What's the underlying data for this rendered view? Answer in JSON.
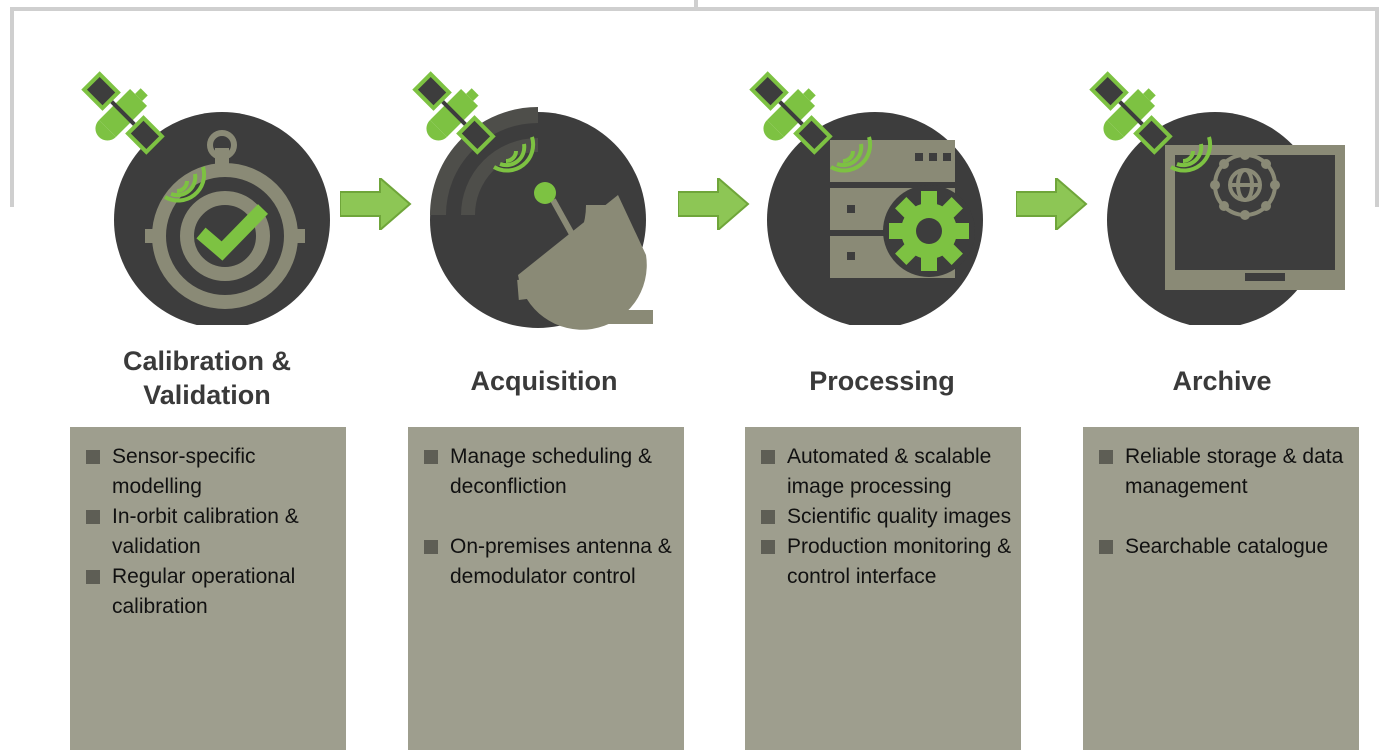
{
  "colors": {
    "accent": "#7dc242",
    "circle": "#3d3d3d",
    "icon_grey": "#8a8a76",
    "panel": "#9e9e8e"
  },
  "stages": [
    {
      "id": "calibration",
      "icon": "satellite-target-check-icon",
      "title_lines": [
        "Calibration &",
        "Validation"
      ],
      "items": [
        "Sensor-specific modelling",
        "In-orbit calibration & validation",
        "Regular operational calibration"
      ]
    },
    {
      "id": "acquisition",
      "icon": "satellite-dish-icon",
      "title_lines": [
        "Acquisition"
      ],
      "items": [
        "Manage scheduling & deconfliction",
        "On-premises antenna & demodulator control"
      ]
    },
    {
      "id": "processing",
      "icon": "server-gear-icon",
      "title_lines": [
        "Processing"
      ],
      "items": [
        "Automated & scalable image processing",
        "Scientific quality images",
        "Production monitoring & control interface"
      ]
    },
    {
      "id": "archive",
      "icon": "laptop-globe-icon",
      "title_lines": [
        "Archive"
      ],
      "items": [
        "Reliable storage & data management",
        "Searchable catalogue"
      ]
    }
  ]
}
